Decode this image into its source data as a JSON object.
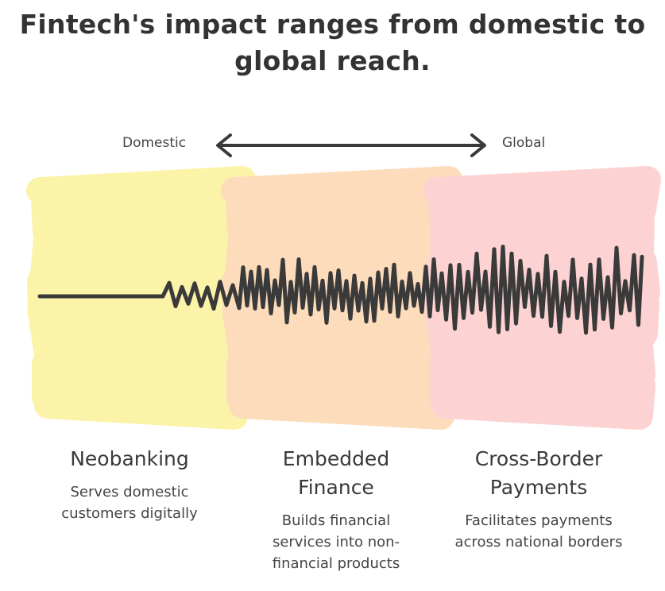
{
  "title_line1": "Fintech's impact ranges from domestic to",
  "title_line2": "global reach.",
  "scale": {
    "left_label": "Domestic",
    "right_label": "Global"
  },
  "colors": {
    "yellow": "#fbf3a8",
    "orange": "#fddcbc",
    "pink": "#fdd2d2",
    "ink": "#3a3a3a"
  },
  "segments": [
    {
      "name": "Neobanking",
      "description": "Serves domestic customers digitally"
    },
    {
      "name": "Embedded Finance",
      "description": "Builds financial services into non-financial products"
    },
    {
      "name": "Cross-Border Payments",
      "description": "Facilitates payments across national borders"
    }
  ]
}
